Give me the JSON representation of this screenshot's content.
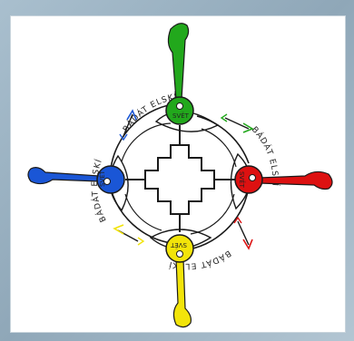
{
  "symbol": {
    "ring_text": [
      "BÁDÁT ELSKÍ",
      "BÁDÁT ELSKÍ",
      "BÁDÁT ELSKÍ",
      "BÁDÁT ELSKÍ"
    ],
    "eye_text": [
      "SVĚT",
      "SVĚT",
      "SVĚT",
      "SVĚT"
    ],
    "colors": {
      "top": "#22a81c",
      "right": "#dd1111",
      "bottom": "#f2e40a",
      "left": "#1a56d6",
      "outline": "#1a1a1a",
      "frame": "#9fb5c4"
    },
    "arrows": [
      "feather-arrow-green",
      "feather-arrow-red",
      "feather-arrow-yellow",
      "feather-arrow-blue"
    ]
  }
}
